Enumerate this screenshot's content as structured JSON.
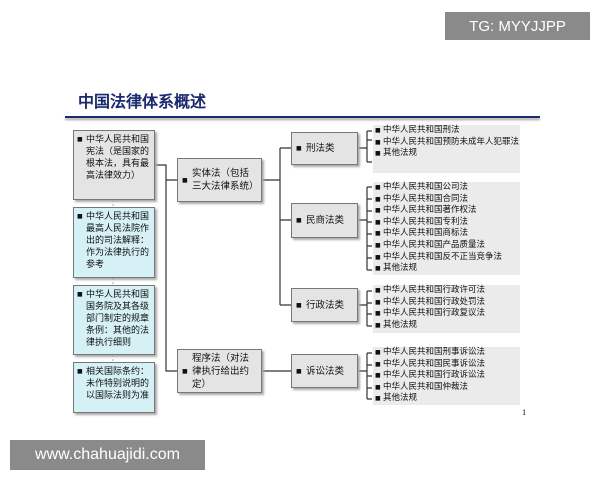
{
  "watermark_top": "TG: MYYJJPP",
  "watermark_bottom": "www.chahuajidi.com",
  "title": "中国法律体系概述",
  "sources": [
    "中华人民共和国宪法（是国家的根本法，具有最高法律效力）",
    "中华人民共和国最高人民法院作出的司法解释：作为法律执行的参考",
    "中华人民共和国国务院及其各级部门制定的规章条例：其他的法律执行细则",
    "相关国际条约：未作特别说明的以国际法则为准"
  ],
  "branches": [
    "实体法（包括三大法律系统）",
    "程序法（对法律执行给出约定）"
  ],
  "categories": [
    {
      "label": "刑法类",
      "items": [
        "中华人民共和国刑法",
        "中华人民共和国预防未成年人犯罪法",
        "其他法规"
      ]
    },
    {
      "label": "民商法类",
      "items": [
        "中华人民共和国公司法",
        "中华人民共和国合同法",
        "中华人民共和国著作权法",
        "中华人民共和国专利法",
        "中华人民共和国商标法",
        "中华人民共和国产品质量法",
        "中华人民共和国反不正当竞争法",
        "其他法规"
      ]
    },
    {
      "label": "行政法类",
      "items": [
        "中华人民共和国行政许可法",
        "中华人民共和国行政处罚法",
        "中华人民共和国行政复议法",
        "其他法规"
      ]
    },
    {
      "label": "诉讼法类",
      "items": [
        "中华人民共和国刑事诉讼法",
        "中华人民共和国民事诉讼法",
        "中华人民共和国行政诉讼法",
        "中华人民共和国仲裁法",
        "其他法规"
      ]
    }
  ],
  "page_number": "1"
}
